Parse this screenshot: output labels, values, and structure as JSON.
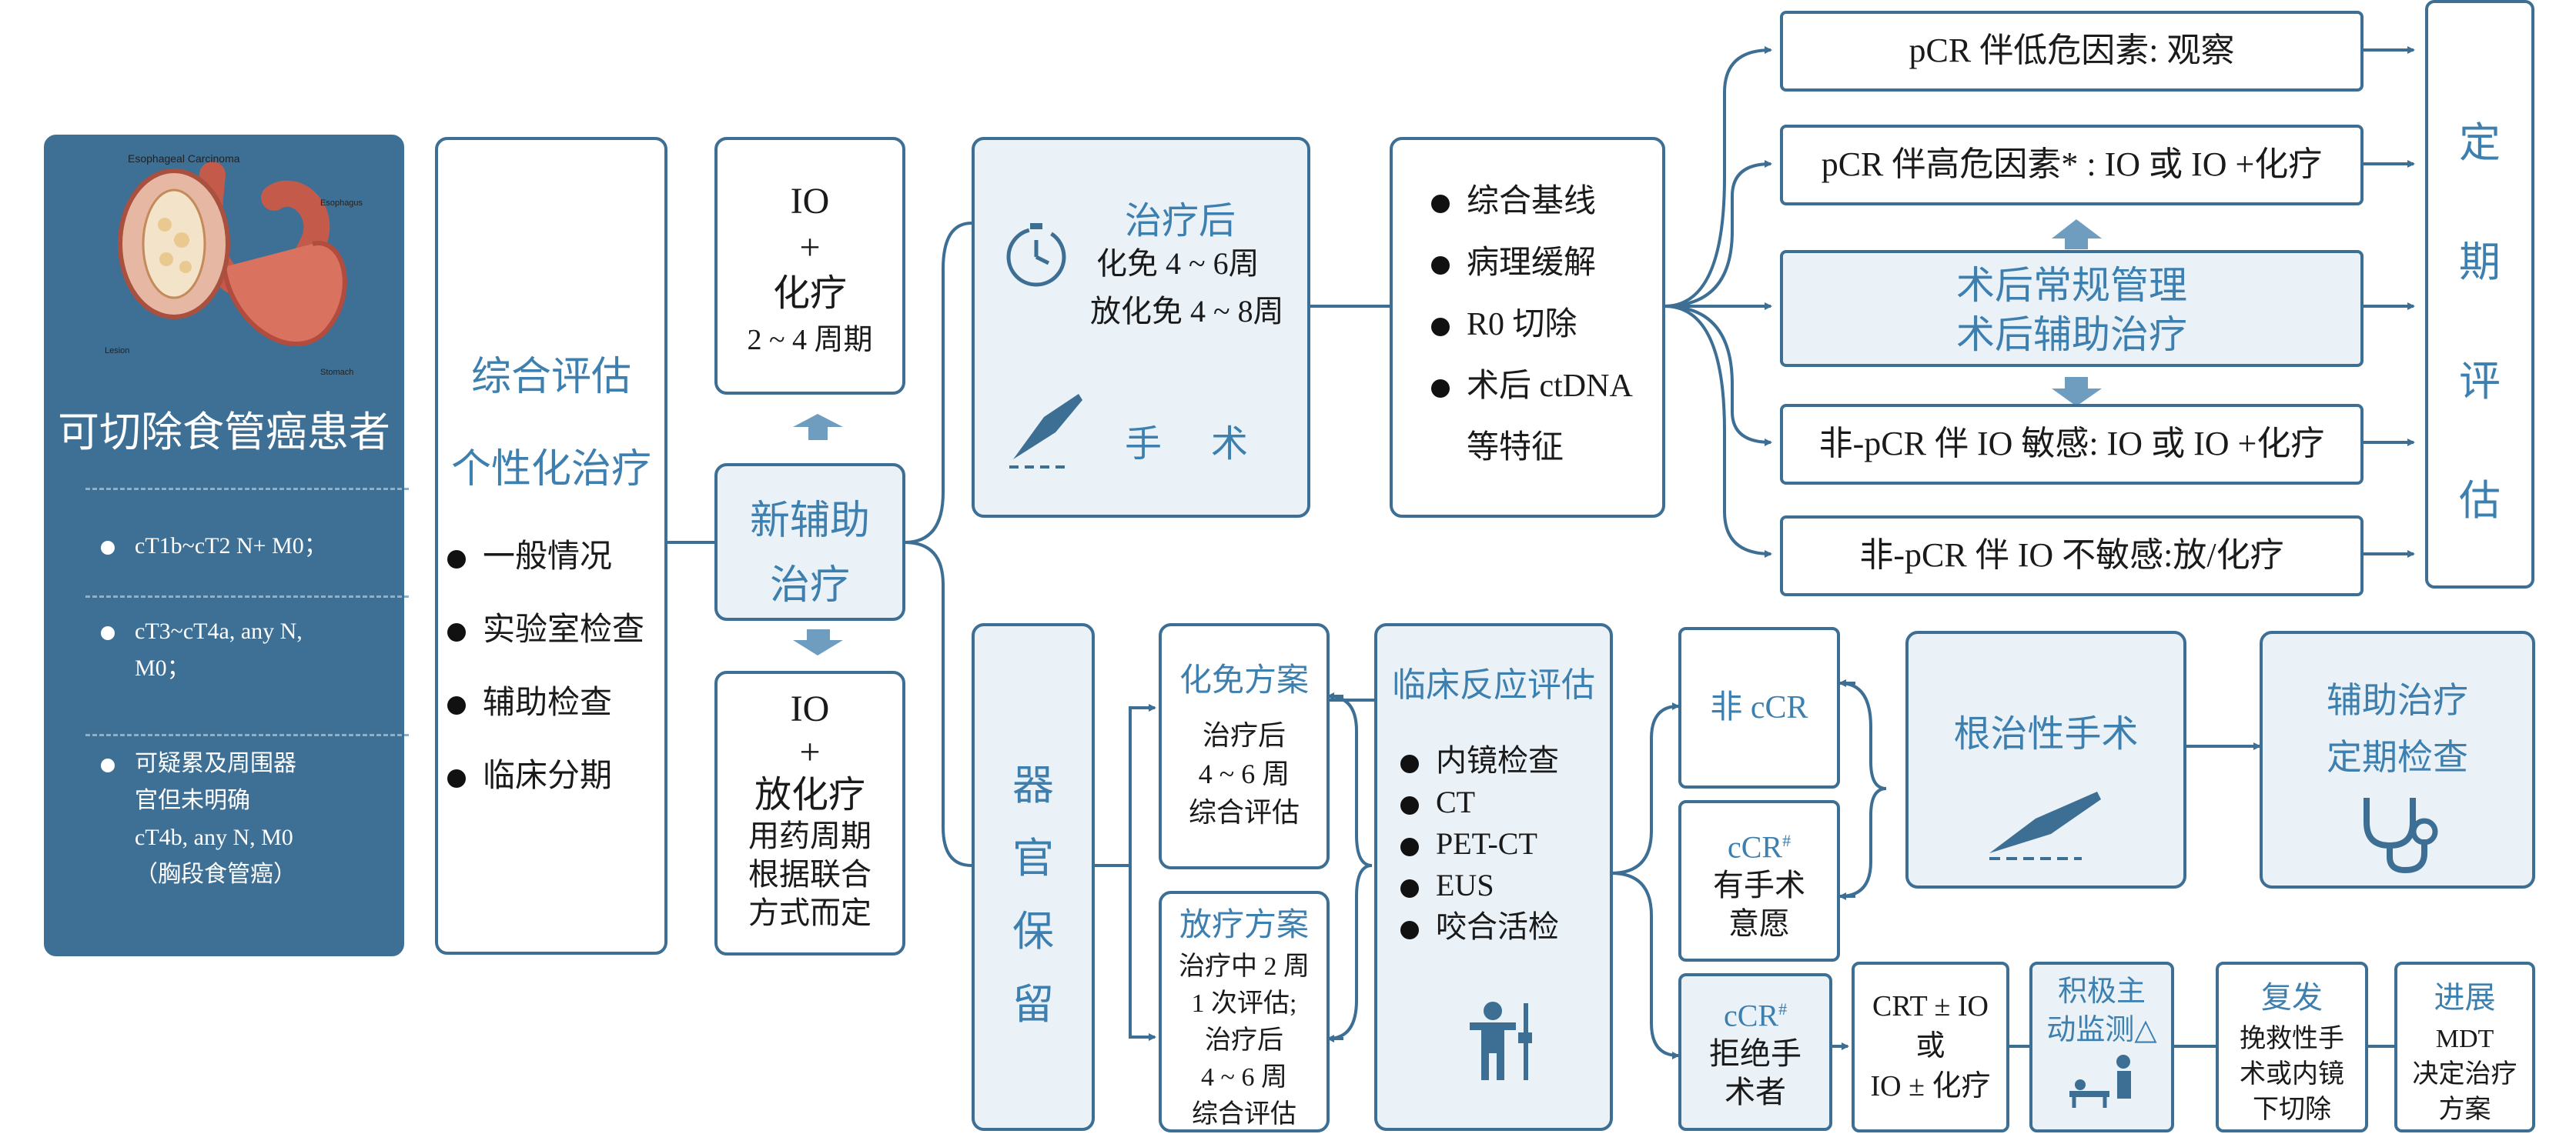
{
  "patient": {
    "title": "可切除食管癌患者",
    "criteria": [
      "cT1b~cT2 N+ M0；",
      "cT3~cT4a, any N,",
      "M0；",
      "可疑累及周围器",
      "官但未明确",
      "cT4b, any N, M0",
      "（胸段食管癌）"
    ],
    "illustration_labels": {
      "title": "Esophageal Carcinoma",
      "esophagus": "Esophagus",
      "lesion": "Lesion",
      "stomach": "Stomach"
    }
  },
  "assessment": {
    "title1": "综合评估",
    "title2": "个性化治疗",
    "items": [
      "一般情况",
      "实验室检查",
      "辅助检查",
      "临床分期"
    ]
  },
  "neoadjuvant": {
    "line1": "新辅助",
    "line2": "治疗"
  },
  "io_chemo": {
    "l1": "IO",
    "l2": "+",
    "l3": "化疗",
    "l4": "2 ~ 4 周期"
  },
  "io_chemorad": {
    "l1": "IO",
    "l2": "+",
    "l3": "放化疗",
    "l4": "用药周期",
    "l5": "根据联合",
    "l6": "方式而定"
  },
  "surgery": {
    "title": "治疗后",
    "l1": "化免 4 ~ 6周",
    "l2": "放化免 4 ~ 8周",
    "label": "手　术"
  },
  "baseline": {
    "items": [
      "综合基线",
      "病理缓解",
      "R0 切除",
      "术后 ctDNA"
    ],
    "extra": "等特征"
  },
  "outcomes": [
    "pCR 伴低危因素: 观察",
    "pCR 伴高危因素* : IO 或 IO +化疗",
    "非-pCR 伴 IO 敏感: IO 或 IO +化疗",
    "非-pCR 伴 IO 不敏感:放/化疗"
  ],
  "postop": {
    "l1": "术后常规管理",
    "l2": "术后辅助治疗"
  },
  "periodic": {
    "chars": [
      "定",
      "期",
      "评",
      "估"
    ]
  },
  "organ": {
    "chars": [
      "器",
      "官",
      "保",
      "留"
    ]
  },
  "chemo_immuno": {
    "title": "化免方案",
    "l1": "治疗后",
    "l2": "4 ~ 6 周",
    "l3": "综合评估"
  },
  "rad_plan": {
    "title": "放疗方案",
    "l1": "治疗中 2 周",
    "l2": "1 次评估;",
    "l3": "治疗后",
    "l4": "4 ~ 6 周",
    "l5": "综合评估"
  },
  "clinical_eval": {
    "title": "临床反应评估",
    "items": [
      "内镜检查",
      "CT",
      "PET-CT",
      "EUS",
      "咬合活检"
    ]
  },
  "non_ccr": {
    "label": "非 cCR"
  },
  "ccr_willing": {
    "l1": "cCR",
    "sup": "#",
    "l2": "有手术",
    "l3": "意愿"
  },
  "ccr_refuse": {
    "l1": "cCR",
    "sup": "#",
    "l2": "拒绝手",
    "l3": "术者"
  },
  "radical": {
    "label": "根治性手术"
  },
  "adjuvant": {
    "l1": "辅助治疗",
    "l2": "定期检查"
  },
  "crt": {
    "l1": "CRT ± IO",
    "l2": "或",
    "l3": "IO ± 化疗"
  },
  "active": {
    "l1": "积极主",
    "l2": "动监测△"
  },
  "relapse": {
    "title": "复发",
    "l1": "挽救性手",
    "l2": "术或内镜",
    "l3": "下切除"
  },
  "progress": {
    "title": "进展",
    "l1": "MDT",
    "l2": "决定治疗",
    "l3": "方案"
  },
  "colors": {
    "dark_blue": "#3d6e93",
    "panel": "#3e6f95",
    "light_fill": "#eaf2f8",
    "text_blue": "#3d7fae"
  }
}
